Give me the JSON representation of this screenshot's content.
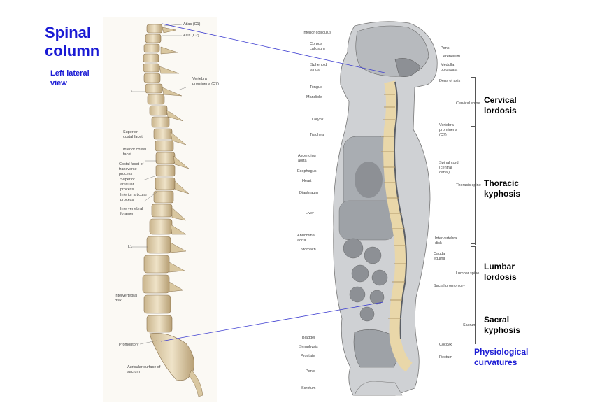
{
  "slide": {
    "title_line1": "Spinal",
    "title_line2": "column",
    "subtitle_line1": "Left lateral",
    "subtitle_line2": "view"
  },
  "curvatures": [
    {
      "line1": "Cervical",
      "line2": "lordosis"
    },
    {
      "line1": "Thoracic",
      "line2": "kyphosis"
    },
    {
      "line1": "Lumbar",
      "line2": "lordosis"
    },
    {
      "line1": "Sacral",
      "line2": "kyphosis"
    }
  ],
  "physiological": {
    "line1": "Physiological",
    "line2": "curvatures"
  },
  "spine_labels": [
    "Atlas (C1)",
    "Axis (C2)",
    "Vertebra prominens (C7)",
    "T1",
    "Superior costal facet",
    "Inferior costal facet",
    "Costal facet of transverse process",
    "Superior articular process",
    "Inferior articular process",
    "Intervertebral foramen",
    "L1",
    "Intervertebral disk",
    "Promontory",
    "Auricular surface of sacrum"
  ],
  "body_labels_left": [
    "Inferior colliculus",
    "Corpus callosum",
    "Sphenoid sinus",
    "Tongue",
    "Mandible",
    "Larynx",
    "Trachea",
    "Ascending aorta",
    "Esophagus",
    "Heart",
    "Diaphragm",
    "Liver",
    "Abdominal aorta",
    "Stomach",
    "Bladder",
    "Symphysis",
    "Prostate",
    "Penis",
    "Scrotum"
  ],
  "body_labels_right": [
    "Pons",
    "Cerebellum",
    "Medulla oblongata",
    "Dens of axis",
    "Vertebra prominens (C7)",
    "Spinal cord (central canal)",
    "Intervertebral disk",
    "Cauda equina",
    "Sacral promontory",
    "Coccyx",
    "Rectum"
  ],
  "region_labels": [
    "Cervical spine",
    "Thoracic spine",
    "Lumbar spine",
    "Sacrum"
  ]
}
